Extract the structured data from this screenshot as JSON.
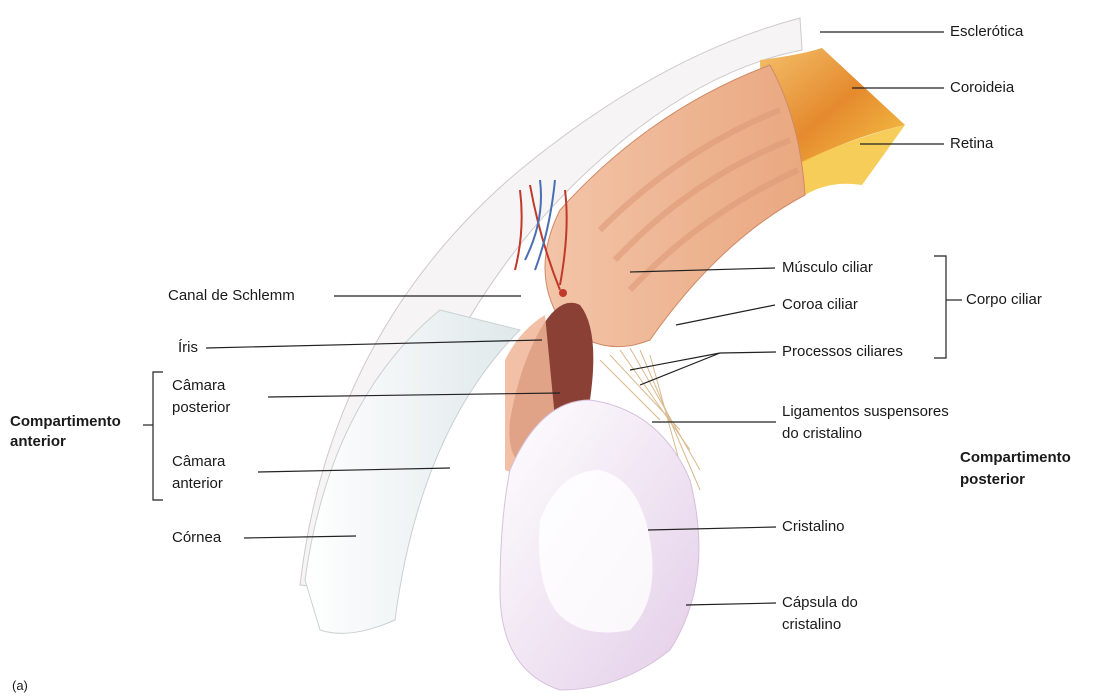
{
  "labels": {
    "esclerotica": "Esclerótica",
    "coroideia": "Coroideia",
    "retina": "Retina",
    "musculo_ciliar": "Músculo ciliar",
    "coroa_ciliar": "Coroa ciliar",
    "processos_ciliares": "Processos ciliares",
    "corpo_ciliar": "Corpo ciliar",
    "ligamentos_1": "Ligamentos suspensores",
    "ligamentos_2": "do cristalino",
    "compartimento_posterior_1": "Compartimento",
    "compartimento_posterior_2": "posterior",
    "cristalino": "Cristalino",
    "capsula_1": "Cápsula do",
    "capsula_2": "cristalino",
    "canal_schlemm": "Canal de Schlemm",
    "iris": "Íris",
    "camara_posterior_1": "Câmara",
    "camara_posterior_2": "posterior",
    "camara_anterior_1": "Câmara",
    "camara_anterior_2": "anterior",
    "compartimento_anterior_1": "Compartimento",
    "compartimento_anterior_2": "anterior",
    "cornea": "Córnea",
    "figure_tag": "(a)"
  },
  "colors": {
    "sclera": "#f4f2f2",
    "choroid": "#e59a3a",
    "retina": "#f6c848",
    "ciliary": "#eeb596",
    "iris": "#8a4035",
    "lens": "#f0e4f2",
    "cornea": "#e8eef0",
    "line": "#222222"
  }
}
